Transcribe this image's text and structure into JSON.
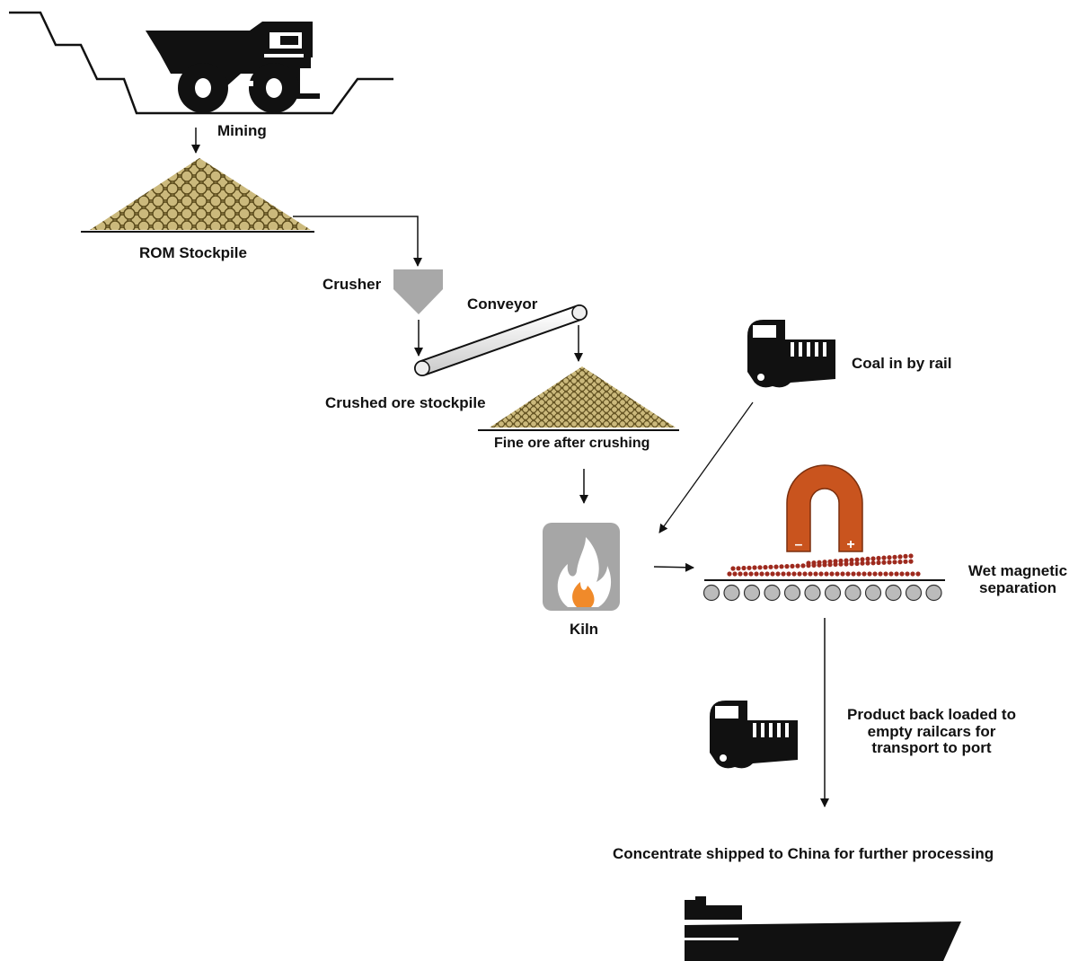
{
  "labels": {
    "mining": "Mining",
    "rom_stockpile": "ROM Stockpile",
    "crusher": "Crusher",
    "conveyor": "Conveyor",
    "crushed_ore_stockpile": "Crushed ore stockpile",
    "fine_ore": "Fine ore after crushing",
    "coal_in_by_rail": "Coal in by rail",
    "kiln": "Kiln",
    "wet_magnetic_separation": [
      "Wet magnetic",
      "separation"
    ],
    "product_back_loaded": [
      "Product back loaded to",
      "empty railcars for",
      "transport to port"
    ],
    "concentrate_shipped": "Concentrate shipped to China for further processing"
  },
  "magnet_poles": {
    "negative": "–",
    "positive": "+"
  },
  "colors": {
    "ore": "#c9b67a",
    "ore_outline": "#5a4a1a",
    "crusher": "#a8a8a8",
    "kiln_box": "#a6a6a6",
    "magnet": "#c9541e",
    "magnetic_particles": "#9e2a1e",
    "roller": "#bbbbbb",
    "ink": "#111111"
  },
  "icons": [
    "haul-truck-icon",
    "locomotive-icon",
    "crusher-icon",
    "conveyor-icon",
    "flame-icon",
    "magnet-icon",
    "ship-icon"
  ]
}
